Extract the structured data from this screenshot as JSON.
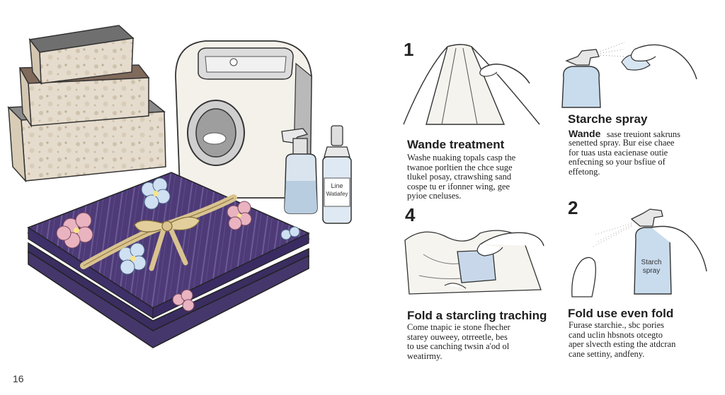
{
  "page_number": "16",
  "illustration": {
    "bottle_label": [
      "Line",
      "Watiafey"
    ],
    "starch_bottle_label": [
      "Starch",
      "spray"
    ]
  },
  "steps": {
    "top_left": {
      "number": "1",
      "title": "Wande treatment",
      "body": "Washe nuaking topals casp the\ntwanoe porltien the chce suge\ntlukel posay, ctrawshing sand\ncospe tu er ifonner wing, gee\npyioe cneluses."
    },
    "top_right": {
      "title": "Starche spray",
      "subtitle": "Wande",
      "body_first": "sase treuiont sakruns",
      "body": "senetted spray. Bur eise chaee\nfor tuas usta eacienase outie\nenfecning so your bsfiue of\neffetong."
    },
    "bottom_left": {
      "number": "4",
      "title": "Fold a starcling traching",
      "body": "Come tnapic ie stone fhecher\nstarey ouweey, otrreetle, bes\nto use canching twsin a'od ol\nweatirmy."
    },
    "bottom_right": {
      "number": "2",
      "title": "Fold use even fold",
      "body": "Furase starchie., sbc pories\ncand uclin  hbsnots otcegto\naper slvecth esting the atdcran\ncane settiny, andfeny."
    }
  }
}
